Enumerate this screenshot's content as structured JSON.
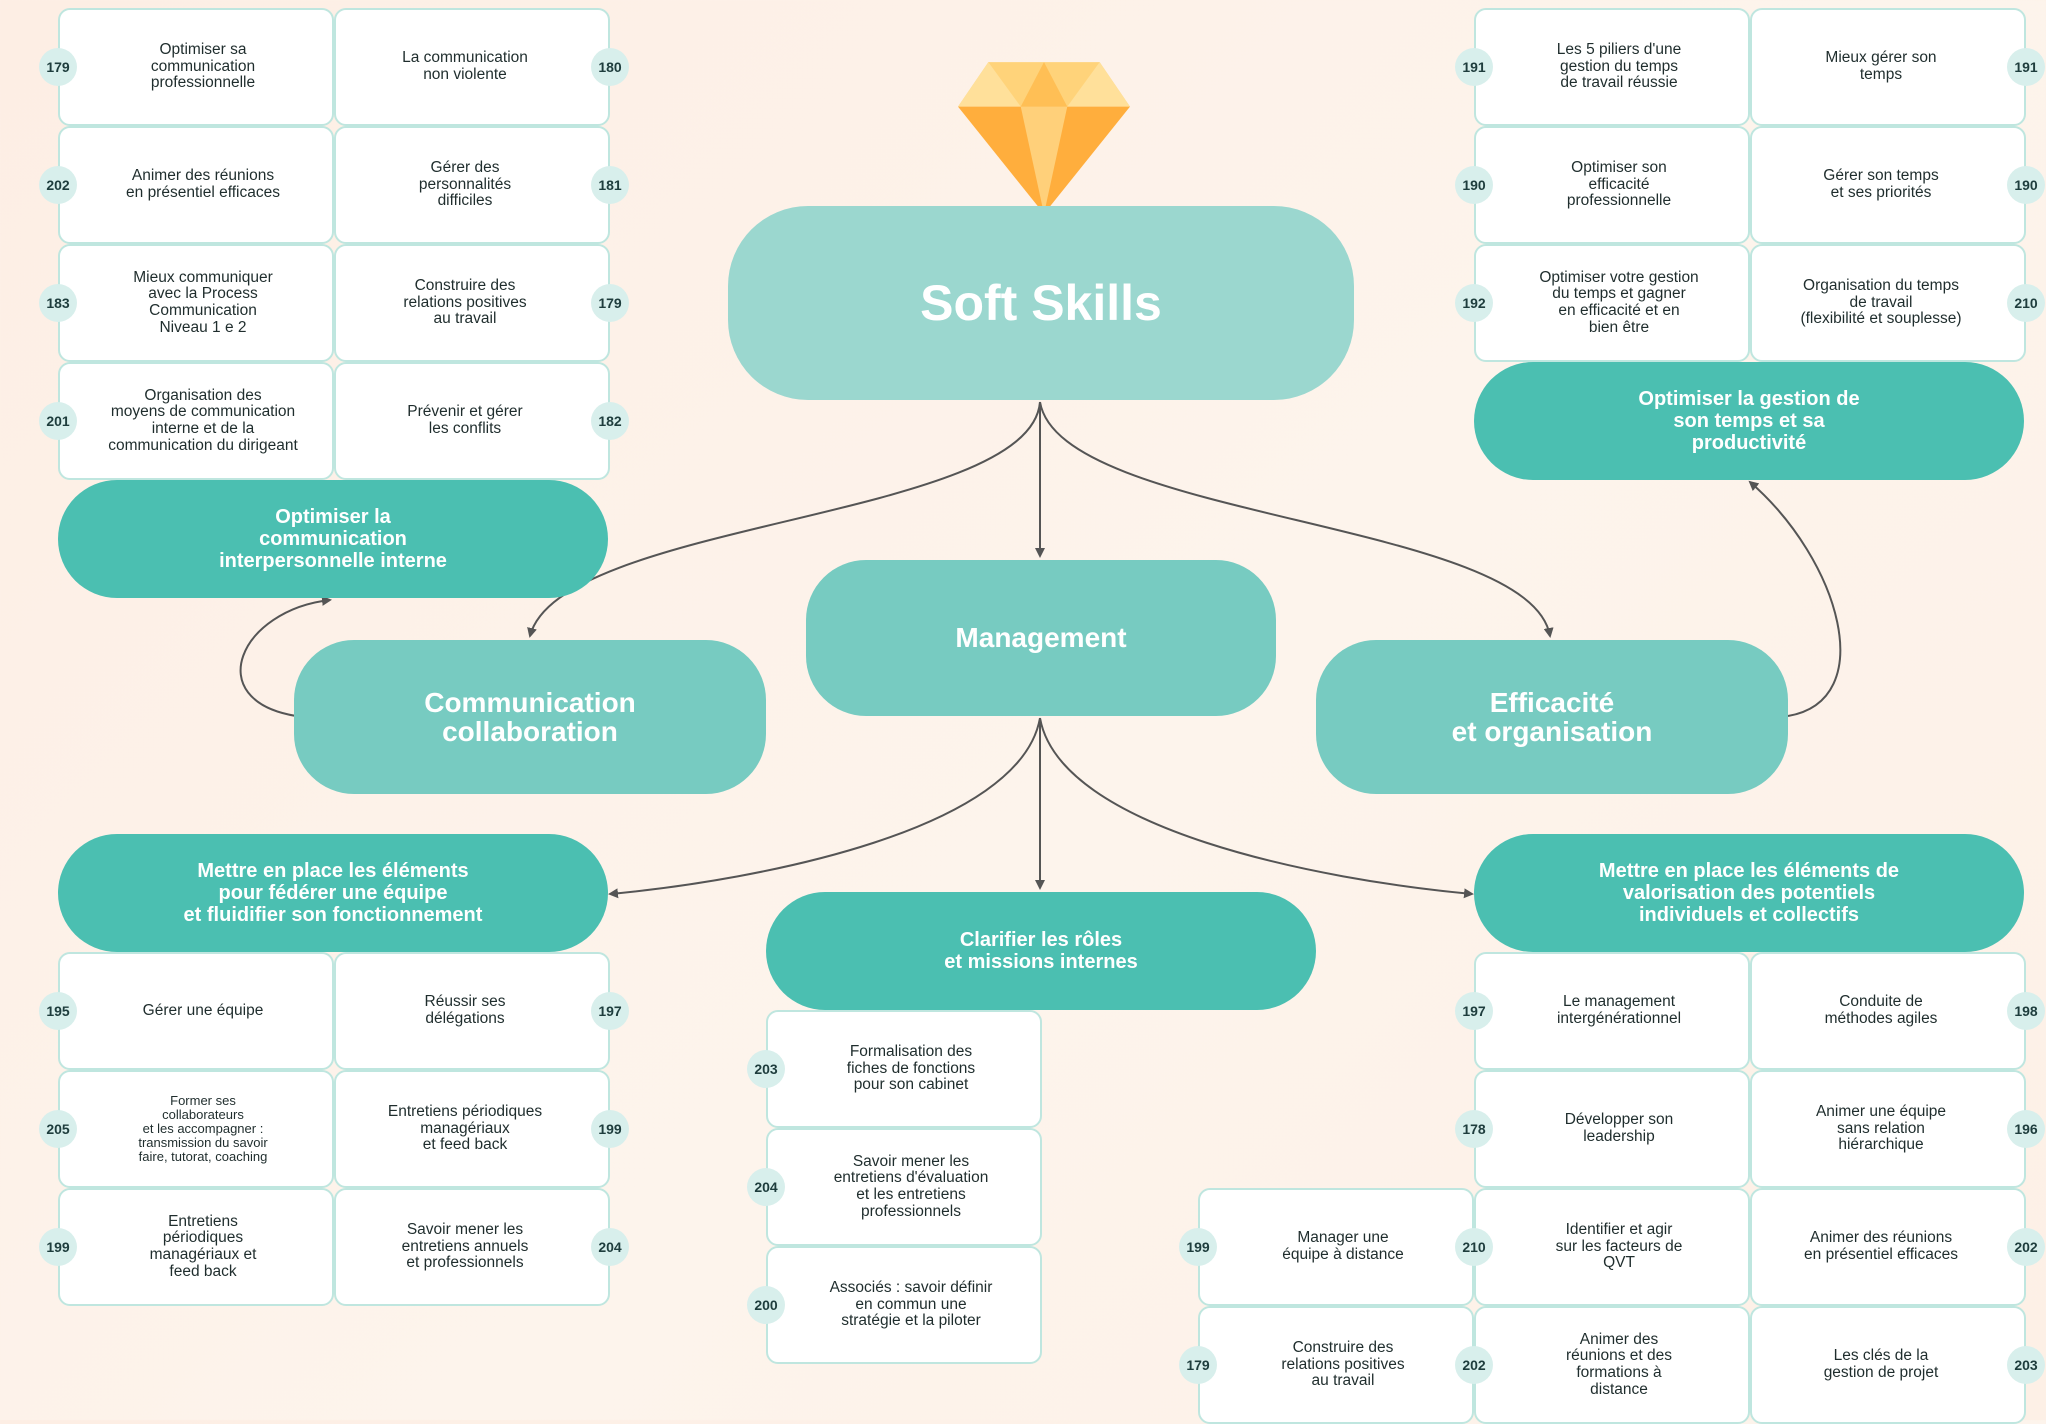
{
  "title": "Soft Skills",
  "branches": {
    "communication": "Communication\ncollaboration",
    "management": "Management",
    "efficacite": "Efficacité\net organisation"
  },
  "groups": [
    {
      "id": "comm",
      "title": "Optimiser la\ncommunication\ninterpersonnelle interne",
      "items": [
        {
          "n": "179",
          "text": "Optimiser sa\ncommunication\nprofessionnelle"
        },
        {
          "n": "180",
          "text": "La communication\nnon violente"
        },
        {
          "n": "202",
          "text": "Animer des réunions\nen présentiel efficaces"
        },
        {
          "n": "181",
          "text": "Gérer des\npersonnalités\ndifficiles"
        },
        {
          "n": "183",
          "text": "Mieux communiquer\navec la Process\nCommunication\nNiveau 1 e 2"
        },
        {
          "n": "179",
          "text": "Construire des\nrelations positives\nau travail"
        },
        {
          "n": "201",
          "text": "Organisation des\nmoyens de communication\ninterne et de la\ncommunication du dirigeant"
        },
        {
          "n": "182",
          "text": "Prévenir et gérer\nles conflits"
        }
      ]
    },
    {
      "id": "temps",
      "title": "Optimiser la gestion de\nson temps et sa\nproductivité",
      "items": [
        {
          "n": "191",
          "text": "Les 5 piliers d'une\ngestion du temps\nde travail réussie"
        },
        {
          "n": "191",
          "text": "Mieux gérer son\ntemps"
        },
        {
          "n": "190",
          "text": "Optimiser son\nefficacité\nprofessionnelle"
        },
        {
          "n": "190",
          "text": "Gérer son temps\net ses priorités"
        },
        {
          "n": "192",
          "text": "Optimiser votre gestion\ndu temps et gagner\nen efficacité et en\nbien être"
        },
        {
          "n": "210",
          "text": "Organisation du temps\nde travail\n(flexibilité et souplesse)"
        }
      ]
    },
    {
      "id": "equipe",
      "title": "Mettre en place les éléments\npour fédérer une équipe\net fluidifier son fonctionnement",
      "items": [
        {
          "n": "195",
          "text": "Gérer une équipe"
        },
        {
          "n": "197",
          "text": "Réussir ses\ndélégations"
        },
        {
          "n": "205",
          "text": "Former ses\ncollaborateurs\net les accompagner :\ntransmission du savoir\nfaire, tutorat, coaching"
        },
        {
          "n": "199",
          "text": "Entretiens périodiques\nmanagériaux\net feed back"
        },
        {
          "n": "199",
          "text": "Entretiens\npériodiques\nmanagériaux et\nfeed back"
        },
        {
          "n": "204",
          "text": "Savoir mener les\nentretiens annuels\net professionnels"
        }
      ]
    },
    {
      "id": "roles",
      "title": "Clarifier les rôles\net missions internes",
      "items": [
        {
          "n": "203",
          "text": "Formalisation des\nfiches de fonctions\npour son cabinet"
        },
        {
          "n": "204",
          "text": "Savoir mener les\nentretiens d'évaluation\net les entretiens\nprofessionnels"
        },
        {
          "n": "200",
          "text": "Associés : savoir définir\nen commun une\nstratégie et la piloter"
        }
      ]
    },
    {
      "id": "valo",
      "title": "Mettre en place les éléments de\nvalorisation des potentiels\nindividuels et collectifs",
      "items": [
        {
          "n": "197",
          "text": "Le management\nintergénérationnel"
        },
        {
          "n": "198",
          "text": "Conduite de\nméthodes agiles"
        },
        {
          "n": "178",
          "text": "Développer son\nleadership"
        },
        {
          "n": "196",
          "text": "Animer une équipe\nsans relation\nhiérarchique"
        },
        {
          "n": "199",
          "text": "Manager une\néquipe à distance"
        },
        {
          "n": "210",
          "text": "Identifier et agir\nsur les facteurs de\nQVT"
        },
        {
          "n": "202",
          "text": "Animer des réunions\nen présentiel efficaces"
        },
        {
          "n": "179",
          "text": "Construire des\nrelations positives\nau travail"
        },
        {
          "n": "202",
          "text": "Animer des\nréunions et des\nformations à\ndistance"
        },
        {
          "n": "203",
          "text": "Les clés de la\ngestion de projet"
        }
      ]
    }
  ]
}
